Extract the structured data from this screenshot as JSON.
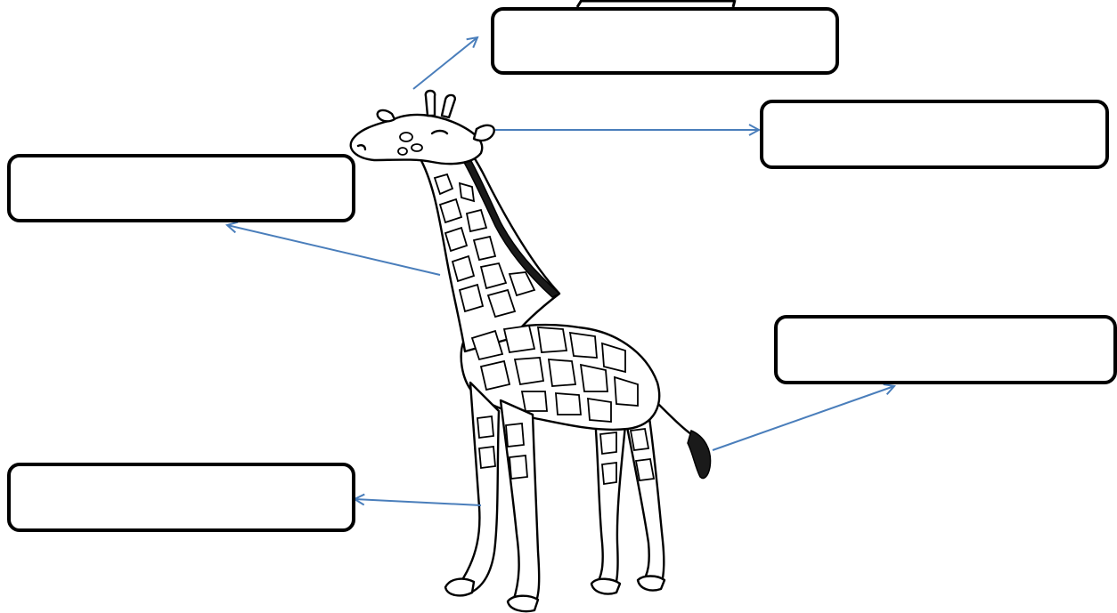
{
  "diagram": {
    "labels": [
      {
        "id": "top-center",
        "text": ""
      },
      {
        "id": "right-upper",
        "text": ""
      },
      {
        "id": "left-upper",
        "text": ""
      },
      {
        "id": "right-lower",
        "text": ""
      },
      {
        "id": "left-lower",
        "text": ""
      }
    ]
  },
  "colors": {
    "arrow": "#4a7ebb",
    "box_border": "#000000",
    "background": "#ffffff"
  }
}
